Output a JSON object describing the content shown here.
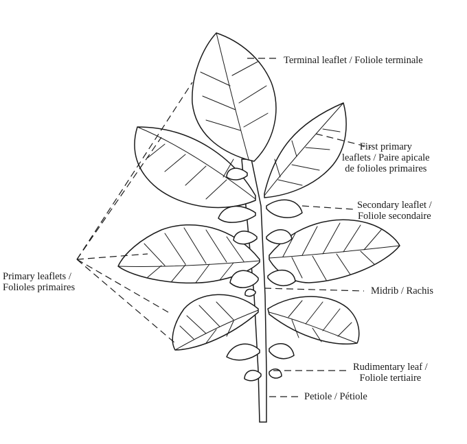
{
  "labels": {
    "terminal": "Terminal leaflet / Foliole terminale",
    "first_primary": [
      "First primary",
      "leaflets / Paire apicale",
      "de folioles primaires"
    ],
    "secondary": [
      "Secondary leaflet /",
      "Foliole secondaire"
    ],
    "primary": [
      "Primary leaflets /",
      "Folioles primaires"
    ],
    "midrib": "Midrib / Rachis",
    "rudimentary": [
      "Rudimentary leaf /",
      "Foliole tertiaire"
    ],
    "petiole": "Petiole / Pétiole"
  }
}
